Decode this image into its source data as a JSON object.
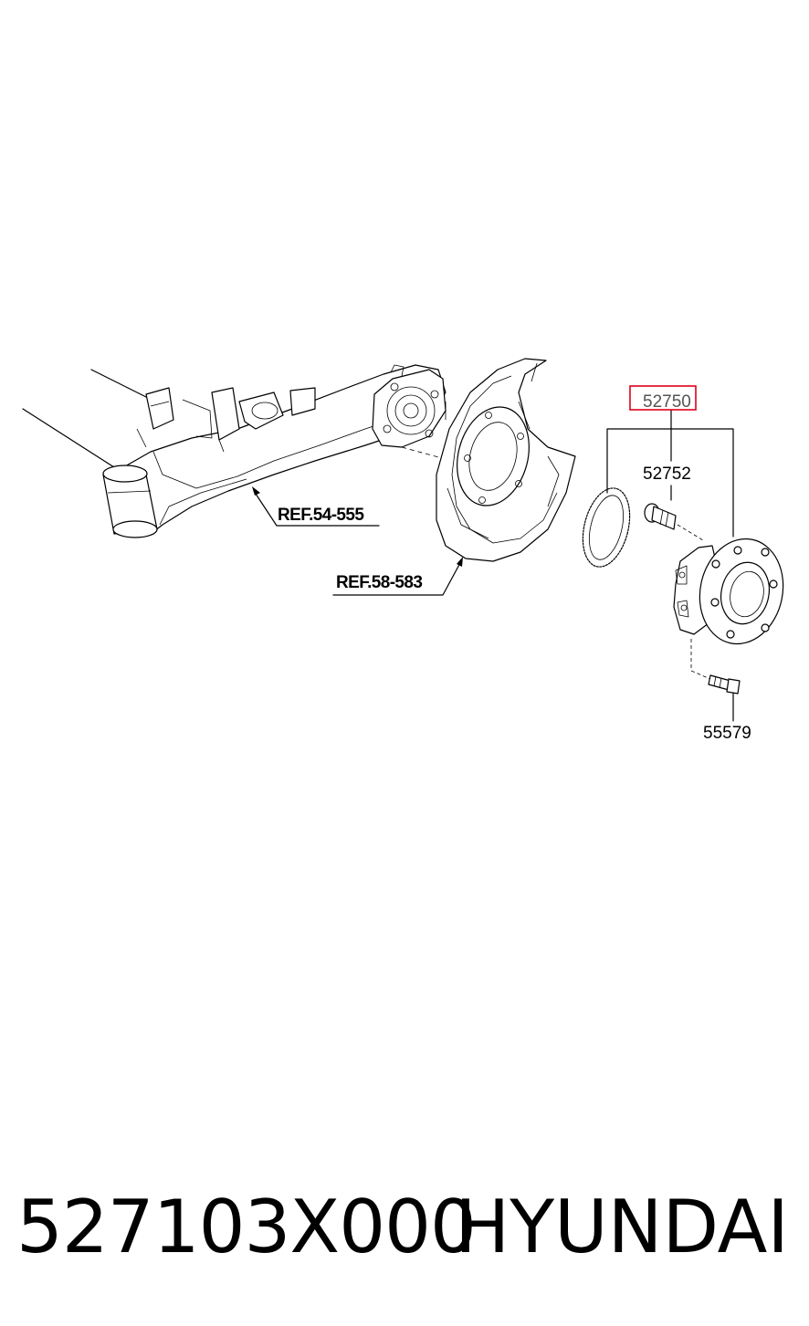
{
  "diagram": {
    "references": [
      {
        "id": "ref-54-555",
        "label": "REF.54-555"
      },
      {
        "id": "ref-58-583",
        "label": "REF.58-583"
      }
    ],
    "parts": [
      {
        "id": "part-52750",
        "label": "52750",
        "highlight_color": "#e0001a"
      },
      {
        "id": "part-52752",
        "label": "52752"
      },
      {
        "id": "part-55579",
        "label": "55579"
      }
    ]
  },
  "footer": {
    "part_number": "527103X000",
    "brand": "HYUNDAI"
  }
}
